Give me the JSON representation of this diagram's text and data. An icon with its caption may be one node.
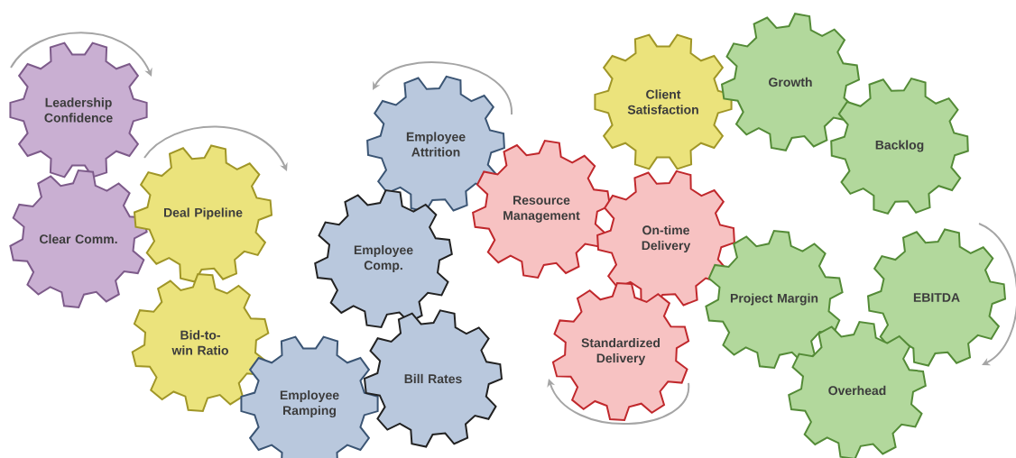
{
  "diagram": {
    "nodes": [
      {
        "text": [
          "Leadership Confidence"
        ]
      },
      {
        "text": [
          "Clear Comm."
        ]
      },
      {
        "text": [
          "Deal Pipeline"
        ]
      },
      {
        "text": [
          "Bid-to-win Ratio"
        ]
      },
      {
        "text": [
          "Employee Attrition"
        ]
      },
      {
        "text": [
          "Employee Comp."
        ]
      },
      {
        "text": [
          "Employee Ramping"
        ]
      },
      {
        "text": [
          "Bill Rates"
        ]
      },
      {
        "text": [
          "Client Satisfaction"
        ]
      },
      {
        "text": [
          "Resource Management"
        ]
      },
      {
        "text": [
          "On-time Delivery"
        ]
      },
      {
        "text": [
          "Standardized Delivery"
        ]
      },
      {
        "text": [
          "Growth"
        ]
      },
      {
        "text": [
          "Backlog"
        ]
      },
      {
        "text": [
          "Project Margin"
        ]
      },
      {
        "text": [
          "EBITDA"
        ]
      },
      {
        "text": [
          "Overhead"
        ]
      }
    ]
  }
}
